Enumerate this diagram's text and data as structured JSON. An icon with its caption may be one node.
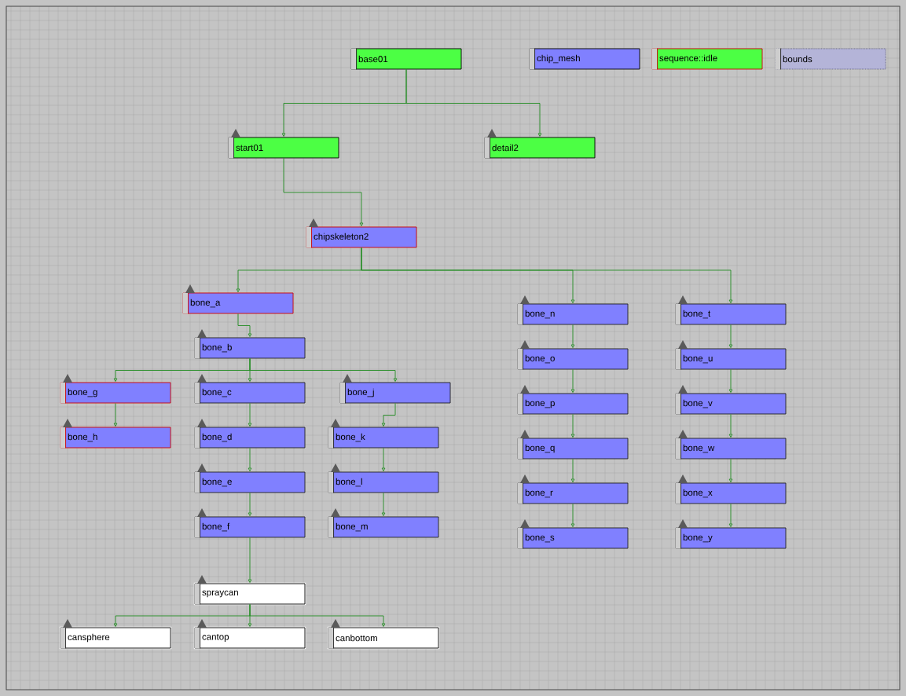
{
  "diagram": {
    "nodes": [
      {
        "text": [
          "base01"
        ]
      },
      {
        "text": [
          "chip_mesh"
        ]
      },
      {
        "text": [
          "sequence::idle"
        ]
      },
      {
        "text": [
          "bounds"
        ]
      },
      {
        "text": [
          "start01"
        ]
      },
      {
        "text": [
          "detail2"
        ]
      },
      {
        "text": [
          "chipskeleton2"
        ]
      },
      {
        "text": [
          "bone_a"
        ]
      },
      {
        "text": [
          "bone_n"
        ]
      },
      {
        "text": [
          "bone_t"
        ]
      },
      {
        "text": [
          "bone_b"
        ]
      },
      {
        "text": [
          "bone_o"
        ]
      },
      {
        "text": [
          "bone_u"
        ]
      },
      {
        "text": [
          "bone_g"
        ]
      },
      {
        "text": [
          "bone_c"
        ]
      },
      {
        "text": [
          "bone_j"
        ]
      },
      {
        "text": [
          "bone_p"
        ]
      },
      {
        "text": [
          "bone_v"
        ]
      },
      {
        "text": [
          "bone_h"
        ]
      },
      {
        "text": [
          "bone_d"
        ]
      },
      {
        "text": [
          "bone_k"
        ]
      },
      {
        "text": [
          "bone_q"
        ]
      },
      {
        "text": [
          "bone_w"
        ]
      },
      {
        "text": [
          "bone_e"
        ]
      },
      {
        "text": [
          "bone_l"
        ]
      },
      {
        "text": [
          "bone_r"
        ]
      },
      {
        "text": [
          "bone_x"
        ]
      },
      {
        "text": [
          "bone_f"
        ]
      },
      {
        "text": [
          "bone_m"
        ]
      },
      {
        "text": [
          "bone_s"
        ]
      },
      {
        "text": [
          "bone_y"
        ]
      },
      {
        "text": [
          "spraycan"
        ]
      },
      {
        "text": [
          "cansphere"
        ]
      },
      {
        "text": [
          "cantop"
        ]
      },
      {
        "text": [
          "canbottom"
        ]
      }
    ],
    "edges": [
      {
        "from": 0,
        "to": 4,
        "arrow": "to"
      },
      {
        "from": 0,
        "to": 5,
        "arrow": "to"
      },
      {
        "from": 4,
        "to": 6,
        "arrow": "to"
      },
      {
        "from": 6,
        "to": 7,
        "arrow": "to"
      },
      {
        "from": 6,
        "to": 8,
        "arrow": "to"
      },
      {
        "from": 6,
        "to": 9,
        "arrow": "to"
      },
      {
        "from": 7,
        "to": 10,
        "arrow": "to"
      },
      {
        "from": 10,
        "to": 13,
        "arrow": "to"
      },
      {
        "from": 10,
        "to": 14,
        "arrow": "to"
      },
      {
        "from": 10,
        "to": 15,
        "arrow": "to"
      },
      {
        "from": 13,
        "to": 18,
        "arrow": "to"
      },
      {
        "from": 14,
        "to": 19,
        "arrow": "to"
      },
      {
        "from": 19,
        "to": 23,
        "arrow": "to"
      },
      {
        "from": 23,
        "to": 27,
        "arrow": "to"
      },
      {
        "from": 27,
        "to": 31,
        "arrow": "to"
      },
      {
        "from": 15,
        "to": 20,
        "arrow": "to"
      },
      {
        "from": 20,
        "to": 24,
        "arrow": "to"
      },
      {
        "from": 24,
        "to": 28,
        "arrow": "to"
      },
      {
        "from": 8,
        "to": 11,
        "arrow": "to"
      },
      {
        "from": 11,
        "to": 16,
        "arrow": "to"
      },
      {
        "from": 16,
        "to": 21,
        "arrow": "to"
      },
      {
        "from": 21,
        "to": 25,
        "arrow": "to"
      },
      {
        "from": 25,
        "to": 29,
        "arrow": "to"
      },
      {
        "from": 9,
        "to": 12,
        "arrow": "to"
      },
      {
        "from": 12,
        "to": 17,
        "arrow": "to"
      },
      {
        "from": 17,
        "to": 22,
        "arrow": "to"
      },
      {
        "from": 22,
        "to": 26,
        "arrow": "to"
      },
      {
        "from": 26,
        "to": 30,
        "arrow": "to"
      },
      {
        "from": 31,
        "to": 32,
        "arrow": "to"
      },
      {
        "from": 31,
        "to": 33,
        "arrow": "to"
      },
      {
        "from": 31,
        "to": 34,
        "arrow": "to"
      }
    ]
  }
}
